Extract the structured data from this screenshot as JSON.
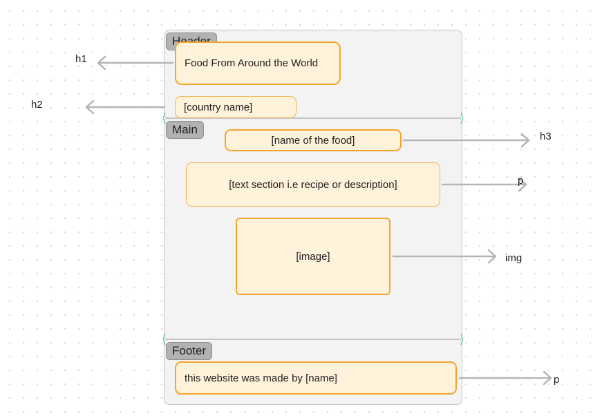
{
  "sections": {
    "header": {
      "tag": "Header",
      "title_box": "Food From Around the World",
      "country_box": "[country name]"
    },
    "main": {
      "tag": "Main",
      "food_name_box": "[name of the food]",
      "text_box": "[text section i.e recipe or description]",
      "image_box": "[image]"
    },
    "footer": {
      "tag": "Footer",
      "credit_box": "this website was made by [name]"
    }
  },
  "labels": {
    "h1": "h1",
    "h2": "h2",
    "h3": "h3",
    "p_main": "p",
    "img": "img",
    "p_footer": "p"
  },
  "colors": {
    "box_fill": "#fff2da",
    "box_border": "#f4a52d",
    "section_fill": "#f3f3f3",
    "tag_fill": "#b2b2b2",
    "arrow": "#b5b5b5",
    "seam_accent": "#3dbf7a"
  }
}
